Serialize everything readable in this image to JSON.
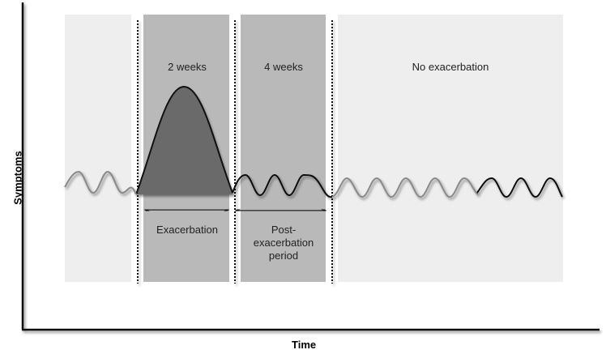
{
  "chart_data": {
    "type": "diagram",
    "title": "",
    "xlabel": "Time",
    "ylabel": "Symptoms",
    "regions": [
      {
        "name": "baseline",
        "shade": "light",
        "label": ""
      },
      {
        "name": "exacerbation",
        "shade": "dark",
        "duration_label": "2 weeks",
        "bottom_label": "Exacerbation"
      },
      {
        "name": "post-exacerbation",
        "shade": "dark",
        "duration_label": "4 weeks",
        "bottom_label": "Post-exacerbation period"
      },
      {
        "name": "no-exacerbation",
        "shade": "light",
        "duration_label": "No exacerbation",
        "bottom_label": ""
      }
    ],
    "series": [
      {
        "name": "baseline symptoms",
        "style": "gray sine wave"
      },
      {
        "name": "exacerbation peak",
        "style": "filled dark bell curve"
      },
      {
        "name": "post-exacerbation symptoms",
        "style": "black sine wave"
      },
      {
        "name": "no-exacerbation symptoms",
        "style": "gray sine wave then black sine wave"
      }
    ],
    "grid": false,
    "legend": "none"
  },
  "labels": {
    "top": {
      "exacerbation_duration": "2 weeks",
      "post_duration": "4 weeks",
      "no_exacerbation": "No exacerbation"
    },
    "bottom": {
      "exacerbation": "Exacerbation",
      "post_line1": "Post-",
      "post_line2": "exacerbation",
      "post_line3": "period"
    },
    "axes": {
      "x": "Time",
      "y": "Symptoms"
    }
  },
  "colors": {
    "light_panel": "#eeeeee",
    "dark_panel": "#b9b9b9",
    "peak_fill": "#6b6b6b",
    "gray_wave": "#8a8a8a",
    "black_wave": "#111111",
    "axis": "#111111"
  }
}
